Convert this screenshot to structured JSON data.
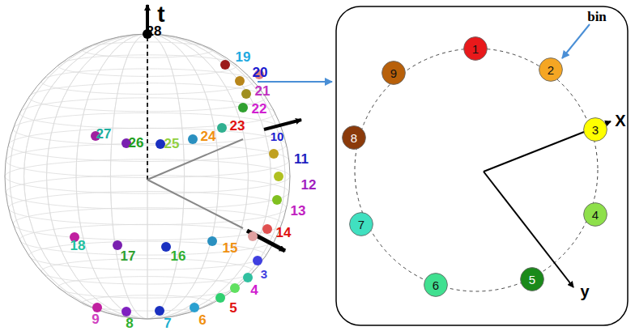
{
  "diagram": {
    "nodes": [
      {
        "text": [
          "1"
        ]
      },
      {
        "text": [
          "2"
        ]
      },
      {
        "text": [
          "3"
        ]
      },
      {
        "text": [
          "4"
        ]
      },
      {
        "text": [
          "5"
        ]
      },
      {
        "text": [
          "6"
        ]
      },
      {
        "text": [
          "7"
        ]
      },
      {
        "text": [
          "8"
        ]
      },
      {
        "text": [
          "9"
        ]
      }
    ],
    "labels": [
      "t",
      "28",
      "19",
      "20",
      "21",
      "22",
      "23",
      "24",
      "25",
      "26",
      "27",
      "10",
      "11",
      "12",
      "13",
      "14",
      "15",
      "16",
      "17",
      "18",
      "3",
      "4",
      "5",
      "6",
      "7",
      "8",
      "9",
      "bin",
      "X",
      "y"
    ]
  }
}
